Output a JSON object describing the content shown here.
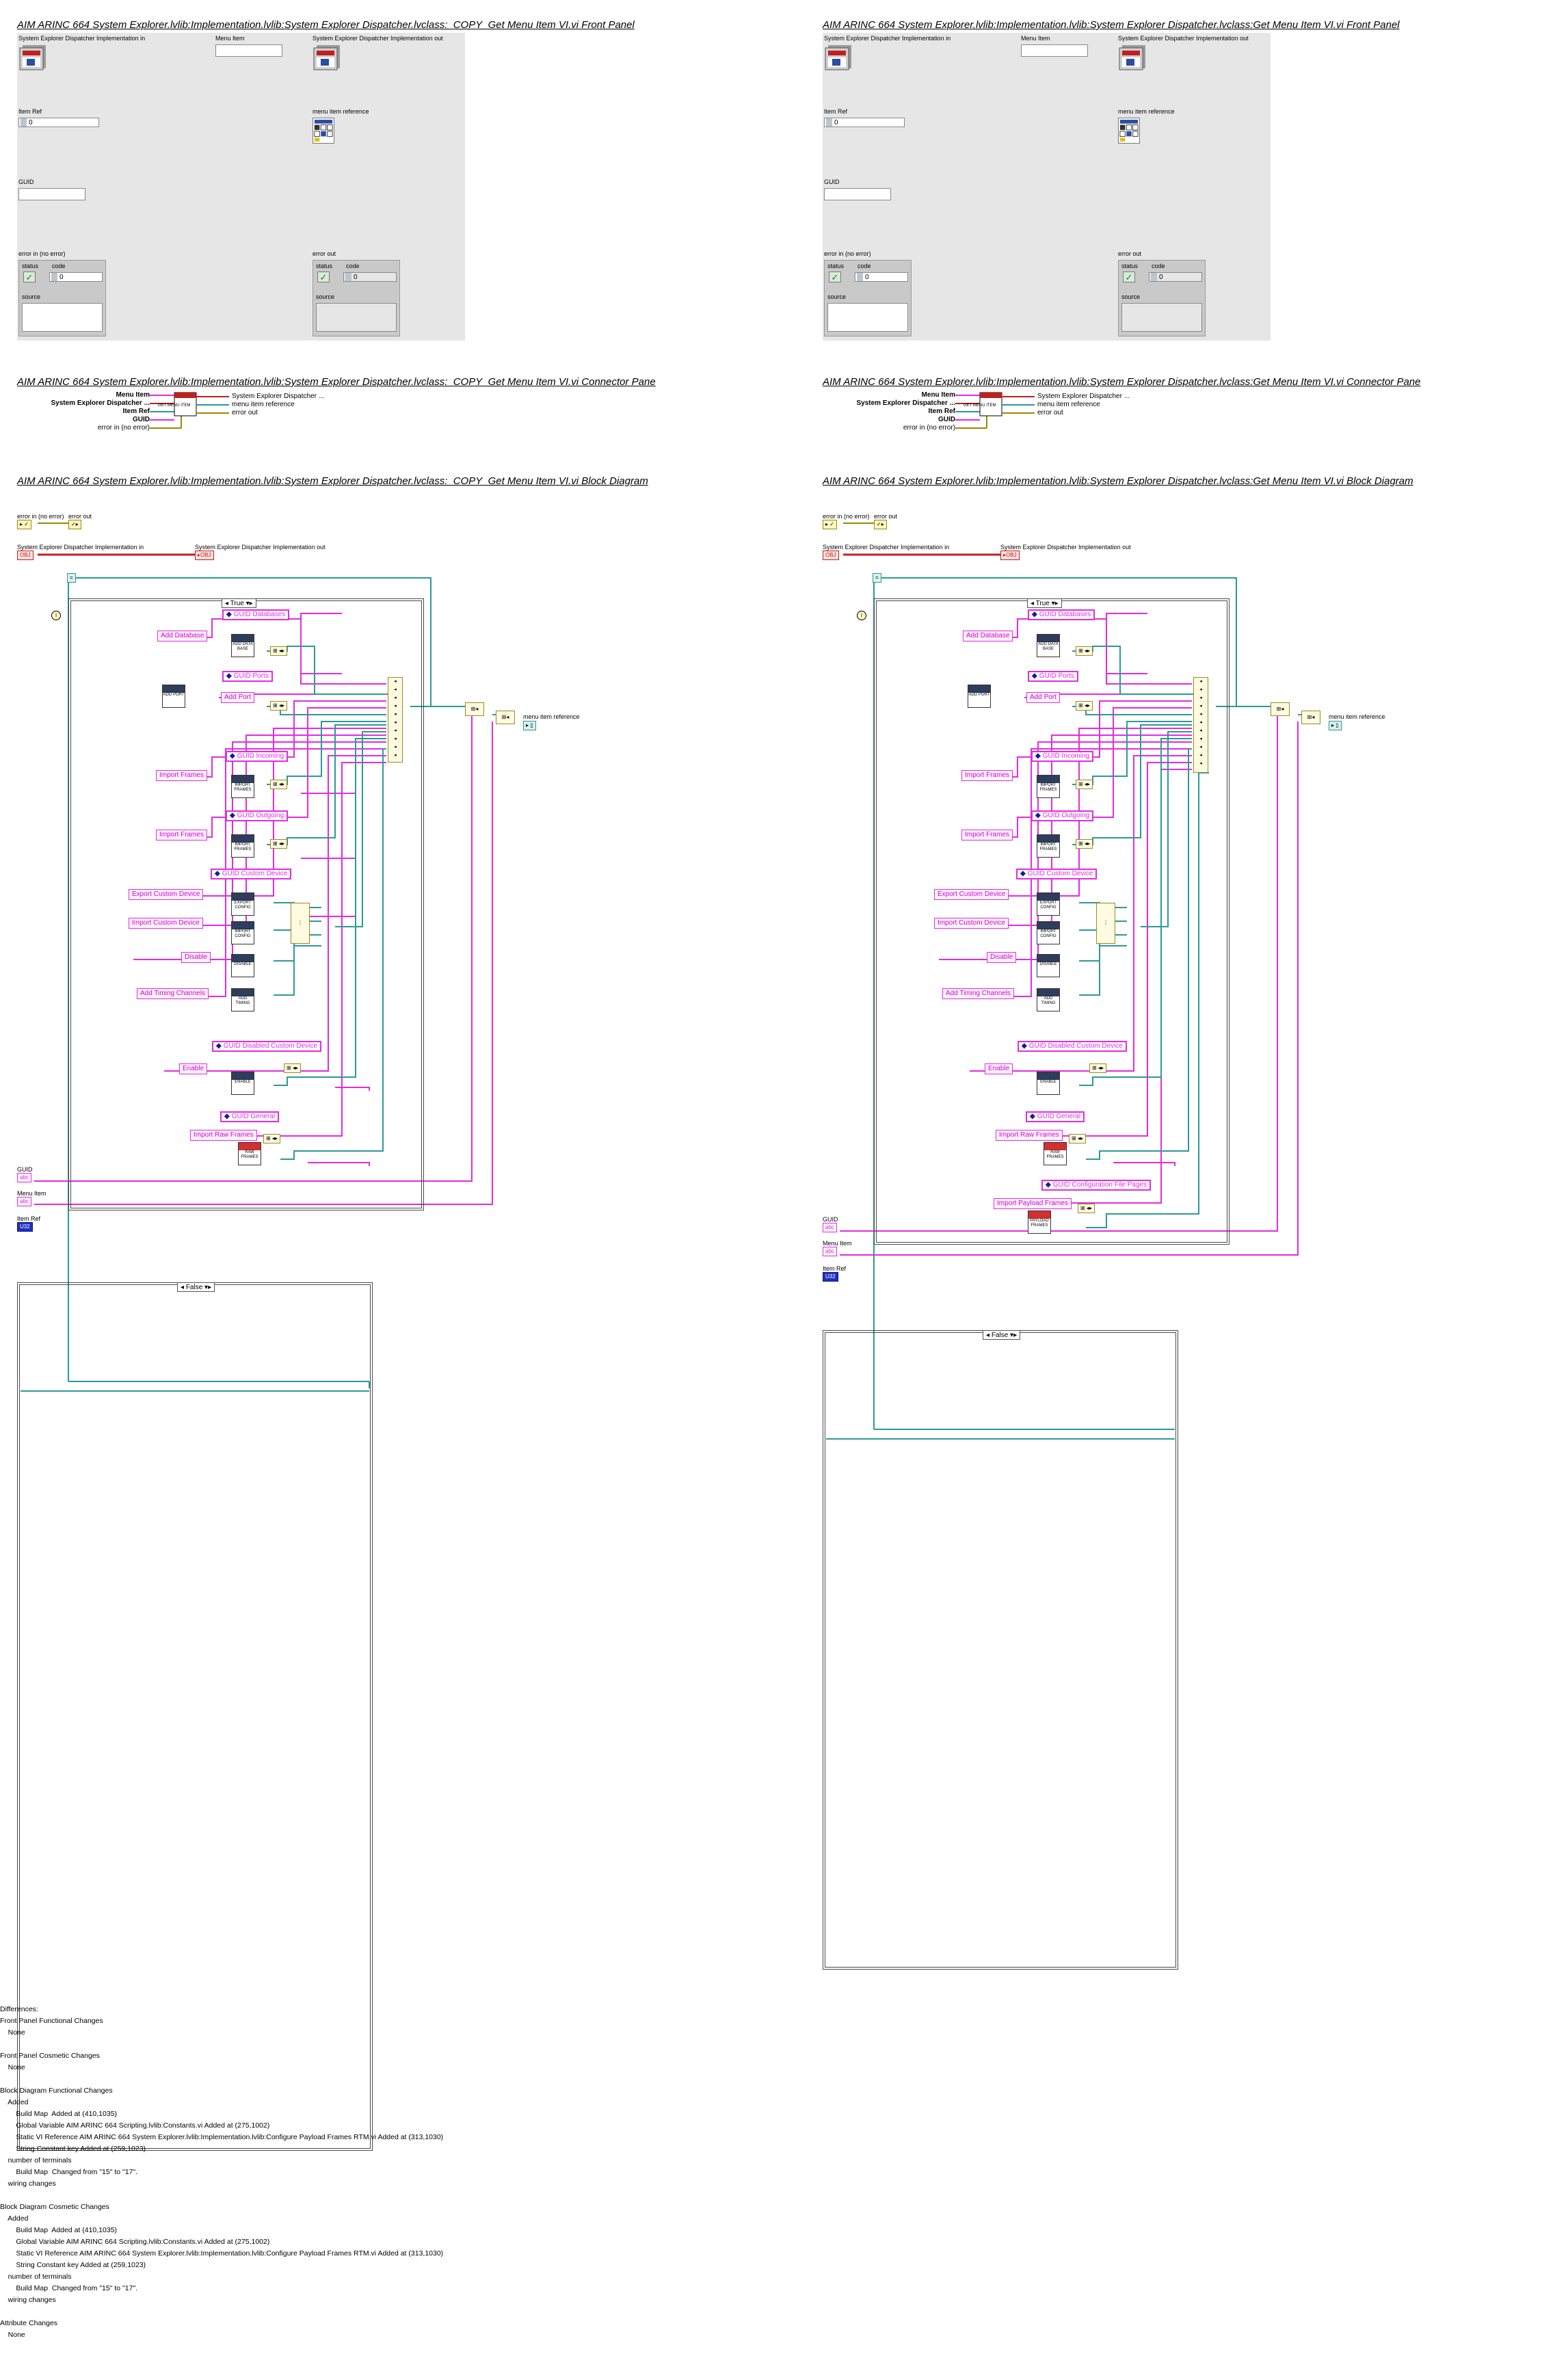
{
  "left": {
    "front_panel_title": "AIM ARINC 664 System Explorer.lvlib:Implementation.lvlib:System Explorer Dispatcher.lvclass:_COPY_Get Menu Item VI.vi Front Panel",
    "connector_pane_title": "AIM ARINC 664 System Explorer.lvlib:Implementation.lvlib:System Explorer Dispatcher.lvclass:_COPY_Get Menu Item VI.vi Connector Pane",
    "block_diagram_title": "AIM ARINC 664 System Explorer.lvlib:Implementation.lvlib:System Explorer Dispatcher.lvclass:_COPY_Get Menu Item VI.vi Block Diagram"
  },
  "right": {
    "front_panel_title": "AIM ARINC 664 System Explorer.lvlib:Implementation.lvlib:System Explorer Dispatcher.lvclass:Get Menu Item VI.vi Front Panel",
    "connector_pane_title": "AIM ARINC 664 System Explorer.lvlib:Implementation.lvlib:System Explorer Dispatcher.lvclass:Get Menu Item VI.vi Connector Pane",
    "block_diagram_title": "AIM ARINC 664 System Explorer.lvlib:Implementation.lvlib:System Explorer Dispatcher.lvclass:Get Menu Item VI.vi Block Diagram"
  },
  "front_panel": {
    "dispatcher_in": "System Explorer Dispatcher Implementation in",
    "menu_item": "Menu Item",
    "dispatcher_out": "System Explorer Dispatcher Implementation out",
    "item_ref": "Item Ref",
    "item_ref_value": "0",
    "menu_item_reference": "menu item reference",
    "guid": "GUID",
    "error_in": "error in (no error)",
    "error_out": "error out",
    "status": "status",
    "code": "code",
    "code_value": "0",
    "source": "source"
  },
  "connector": {
    "menu_item": "Menu Item",
    "dispatcher": "System Explorer Dispatcher ...",
    "item_ref": "Item Ref",
    "guid": "GUID",
    "error_in": "error in (no error)",
    "out_dispatcher": "System Explorer Dispatcher ...",
    "out_menu_ref": "menu item reference",
    "out_error": "error out",
    "icon_text": "GET MENU ITEM"
  },
  "block": {
    "error_in": "error in (no error)",
    "error_out": "error out",
    "dispatcher_in": "System Explorer Dispatcher Implementation in",
    "dispatcher_out": "System Explorer Dispatcher Implementation out",
    "true_case": "True",
    "false_case": "False",
    "menu_item_reference": "menu item reference",
    "guid_label": "GUID",
    "menu_item_label": "Menu Item",
    "item_ref_label": "Item Ref",
    "add_database": "Add Database",
    "add_port": "Add Port",
    "import_frames_1": "Import Frames",
    "import_frames_2": "Import Frames",
    "export_custom_device": "Export Custom Device",
    "import_custom_device": "Import Custom Device",
    "disable": "Disable",
    "add_timing_channels": "Add Timing Channels",
    "enable": "Enable",
    "import_raw_frames": "Import Raw Frames",
    "import_payload_frames": "Import Payload Frames",
    "g_databases": "GUID Databases",
    "g_ports": "GUID Ports",
    "g_incoming": "GUID Incoming",
    "g_outgoing": "GUID Outgoing",
    "g_custom_device": "GUID Custom Device",
    "g_disabled_custom_device": "GUID Disabled Custom Device",
    "g_general": "GUID General",
    "g_config_file_pages": "GUID Configuration File Pages"
  },
  "differences": {
    "heading": "Differences:",
    "lines": [
      "Front Panel Functional Changes",
      "    None",
      "",
      "Front Panel Cosmetic Changes",
      "    None",
      "",
      "Block Diagram Functional Changes",
      "    Added",
      "        Build Map  Added at (410,1035)",
      "        Global Variable AIM ARINC 664 Scripting.lvlib:Constants.vi Added at (275,1002)",
      "        Static VI Reference AIM ARINC 664 System Explorer.lvlib:Implementation.lvlib:Configure Payload Frames RTM.vi Added at (313,1030)",
      "        String Constant key Added at (259,1023)",
      "    number of terminals",
      "        Build Map  Changed from \"15\" to \"17\".",
      "    wiring changes",
      "",
      "Block Diagram Cosmetic Changes",
      "    Added",
      "        Build Map  Added at (410,1035)",
      "        Global Variable AIM ARINC 664 Scripting.lvlib:Constants.vi Added at (275,1002)",
      "        Static VI Reference AIM ARINC 664 System Explorer.lvlib:Implementation.lvlib:Configure Payload Frames RTM.vi Added at (313,1030)",
      "        String Constant key Added at (259,1023)",
      "    number of terminals",
      "        Build Map  Changed from \"15\" to \"17\".",
      "    wiring changes",
      "",
      "Attribute Changes",
      "    None"
    ]
  },
  "colors": {
    "panel_bg": "#e6e6e6",
    "string_wire": "#e22ce2",
    "ref_wire": "#2a9a96",
    "error_wire": "#9a8a00",
    "case_border": "#4a4a4a"
  }
}
